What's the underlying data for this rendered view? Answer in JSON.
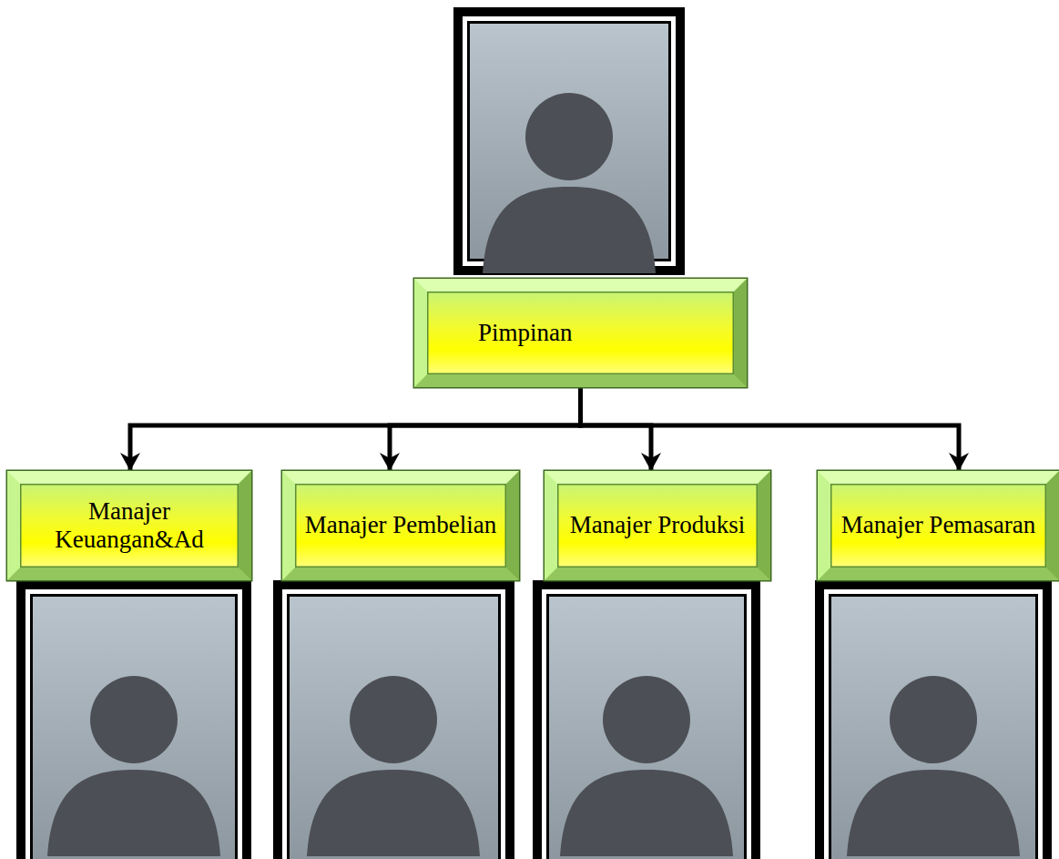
{
  "diagram": {
    "nodes": [
      {
        "text": [
          "Pimpinan"
        ]
      },
      {
        "text": [
          "Manajer Keuangan&Ad"
        ]
      },
      {
        "text": [
          "Manajer Pembelian"
        ]
      },
      {
        "text": [
          "Manajer Produksi"
        ]
      },
      {
        "text": [
          "Manajer Pemasaran"
        ]
      }
    ],
    "edges": [
      {
        "from": 0,
        "to": 1,
        "arrow": "to"
      },
      {
        "from": 0,
        "to": 2,
        "arrow": "to"
      },
      {
        "from": 0,
        "to": 3,
        "arrow": "to"
      },
      {
        "from": 0,
        "to": 4,
        "arrow": "to"
      }
    ]
  }
}
